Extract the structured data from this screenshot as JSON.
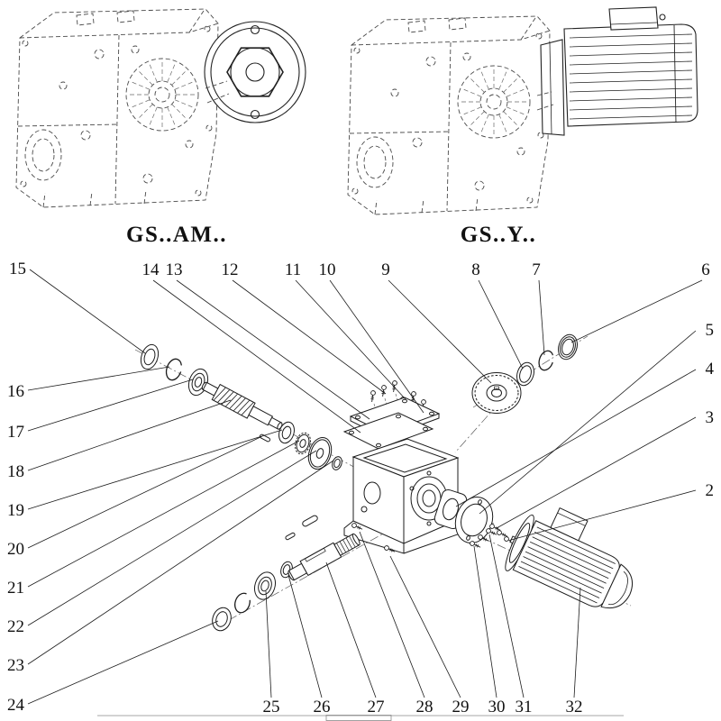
{
  "diagram": {
    "title_left": "GS..AM..",
    "title_right": "GS..Y..",
    "colors": {
      "background": "#ffffff",
      "ink": "#1c1c1c",
      "ghost_ink": "#4a4a4a"
    }
  },
  "models": {
    "left": {
      "label": "GS..AM.."
    },
    "right": {
      "label": "GS..Y.."
    }
  },
  "callouts": {
    "2": "2",
    "3": "3",
    "4": "4",
    "5": "5",
    "6": "6",
    "7": "7",
    "8": "8",
    "9": "9",
    "10": "10",
    "11": "11",
    "12": "12",
    "13": "13",
    "14": "14",
    "15": "15",
    "16": "16",
    "17": "17",
    "18": "18",
    "19": "19",
    "20": "20",
    "21": "21",
    "22": "22",
    "23": "23",
    "24": "24",
    "25": "25",
    "26": "26",
    "27": "27",
    "28": "28",
    "29": "29",
    "30": "30",
    "31": "31",
    "32": "32"
  }
}
